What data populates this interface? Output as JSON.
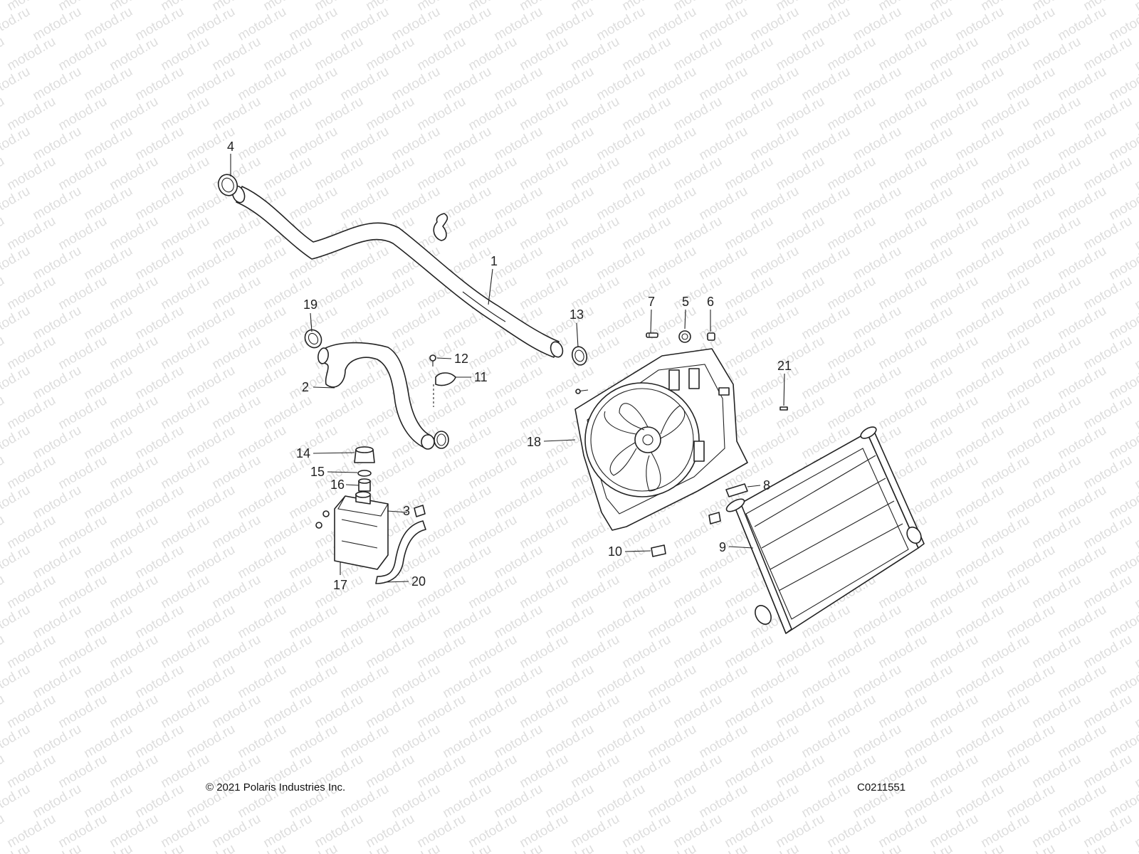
{
  "watermark": "motod.ru",
  "callouts": {
    "c1": "1",
    "c2": "2",
    "c3": "3",
    "c4": "4",
    "c5": "5",
    "c6": "6",
    "c7": "7",
    "c8": "8",
    "c9": "9",
    "c10": "10",
    "c11": "11",
    "c12": "12",
    "c13": "13",
    "c14": "14",
    "c15": "15",
    "c16": "16",
    "c17": "17",
    "c18": "18",
    "c19": "19",
    "c20": "20",
    "c21": "21"
  },
  "footer": {
    "copyright": "© 2021 Polaris Industries Inc.",
    "diagram_code": "C0211551"
  },
  "colors": {
    "line": "#222222",
    "background": "#ffffff",
    "watermark": "#000000"
  }
}
